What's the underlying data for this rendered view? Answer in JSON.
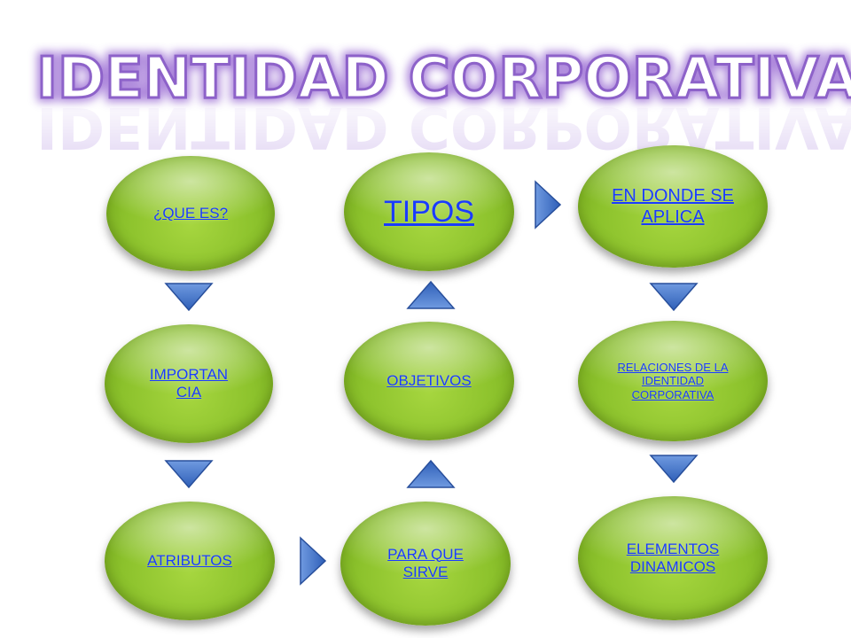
{
  "title": "IDENTIDAD CORPORATIVA",
  "colors": {
    "node_green": "#8cc22c",
    "arrow_blue": "#3d6fc4",
    "link_blue": "#1a3cff",
    "title_fill": "#ffffff",
    "title_shadow": "#b394e0"
  },
  "nodes": {
    "que_es": "¿QUE ES?",
    "importancia": "IMPORTAN CIA",
    "atributos": "ATRIBUTOS",
    "para_que_sirve": "PARA QUE SIRVE",
    "objetivos": "OBJETIVOS",
    "tipos": "TIPOS",
    "en_donde_se_aplica": "EN DONDE SE APLICA",
    "relaciones": "RELACIONES DE LA IDENTIDAD CORPORATIVA",
    "elementos_dinamicos": "ELEMENTOS DINAMICOS"
  }
}
